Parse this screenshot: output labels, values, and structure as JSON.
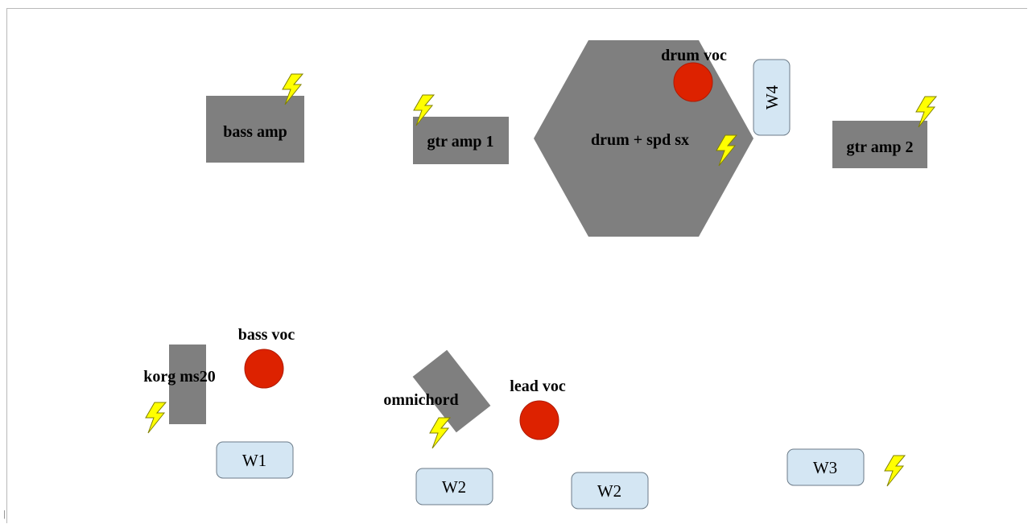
{
  "colors": {
    "equipment": "#7f7f7f",
    "vocal_mic": "#dd2200",
    "monitor_fill": "#d4e6f3",
    "monitor_border": "#6c7b88",
    "power": "#ffff00",
    "power_outline": "#808000"
  },
  "icons": {
    "power": "lightning-bolt-icon"
  },
  "equipment": {
    "bass_amp": "bass amp",
    "gtr_amp_1": "gtr amp 1",
    "drum_kit": "drum + spd sx",
    "gtr_amp_2": "gtr amp 2",
    "korg": "korg ms20",
    "omnichord": "omnichord"
  },
  "vocals": {
    "drum_voc": "drum voc",
    "bass_voc": "bass voc",
    "lead_voc": "lead voc"
  },
  "monitors": {
    "w1": "W1",
    "w2_left": "W2",
    "w2_right": "W2",
    "w3": "W3",
    "w4": "W4"
  },
  "corner_mark": "|"
}
